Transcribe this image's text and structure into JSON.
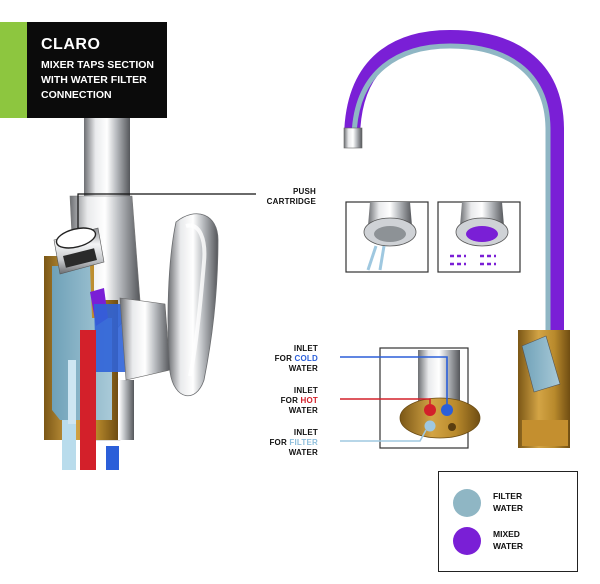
{
  "title": {
    "main": "CLARO",
    "sub_lines": [
      "MIXER TAPS SECTION",
      "WITH WATER FILTER",
      "CONNECTION"
    ],
    "accent_color": "#8dc63f",
    "bg_color": "#0b0b0b"
  },
  "labels": {
    "push_cartridge": [
      "PUSH",
      "CARTRIDGE"
    ],
    "inlet_cold": {
      "line1": "INLET",
      "prefix": "FOR",
      "highlight": "COLD",
      "line3": "WATER"
    },
    "inlet_hot": {
      "line1": "INLET",
      "prefix": "FOR",
      "highlight": "HOT",
      "line3": "WATER"
    },
    "inlet_filter": {
      "line1": "INLET",
      "prefix": "FOR",
      "highlight": "FILTER",
      "line3": "WATER"
    }
  },
  "legend": {
    "items": [
      {
        "lines": [
          "FILTER",
          "WATER"
        ],
        "color": "#8fb6c4"
      },
      {
        "lines": [
          "MIXED",
          "WATER"
        ],
        "color": "#7a1fd6"
      }
    ]
  },
  "colors": {
    "cold": "#2b5fd9",
    "hot": "#d3202a",
    "filter": "#9fc8e0",
    "mixed": "#7a1fd6",
    "brass": "#b88a2a"
  }
}
